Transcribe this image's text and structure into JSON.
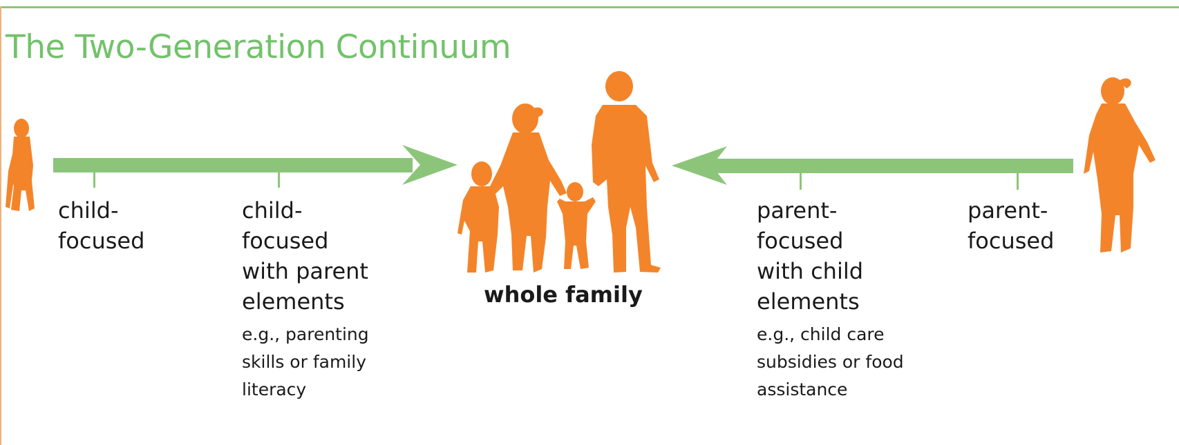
{
  "title": "The Two-Generation Continuum",
  "colors": {
    "accent_green": "#8cc57a",
    "figure_orange": "#f4842a",
    "title_green": "#72c26a",
    "text": "#1a1a1a"
  },
  "icons": [
    "child-silhouette-icon",
    "family-silhouette-icon",
    "parent-silhouette-icon"
  ],
  "continuum": {
    "left_end": {
      "label": "child-\nfocused"
    },
    "left_mid": {
      "label": "child-\nfocused\nwith parent\nelements",
      "example": "e.g., parenting\nskills or family\nliteracy"
    },
    "center": {
      "label": "whole family"
    },
    "right_mid": {
      "label": "parent-\nfocused\nwith child\nelements",
      "example": "e.g., child care\nsubsidies or food\nassistance"
    },
    "right_end": {
      "label": "parent-\nfocused"
    }
  }
}
